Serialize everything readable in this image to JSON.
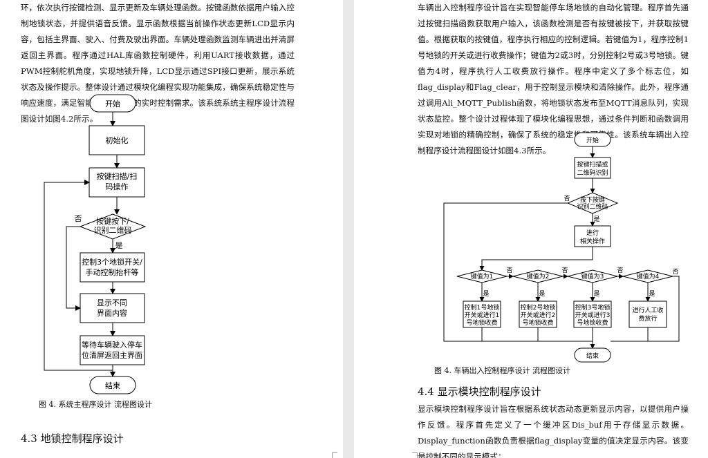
{
  "left_page": {
    "paragraph": "环，依次执行按键检测、显示更新及车辆处理函数。按键函数依据用户输入控制地锁状态，并提供语音反馈。显示函数根据当前操作状态更新LCD显示内容，包括主界面、驶入、付费及驶出界面。车辆处理函数监测车辆进出并清屏返回主界面。程序通过HAL库函数控制硬件，利用UART接收数据，通过PWM控制舵机角度，实现地锁升降，LCD显示通过SPI接口更新，展示系统状态及操作提示。整体设计通过模块化编程实现功能集成，确保系统稳定性与响应速度，满足智能停车场地锁的实时控制需求。该系统系统主程序设计流程图设计如图4.2所示。",
    "flowchart": {
      "start": "开始",
      "init": "初始化",
      "scan_line1": "按键扫描/扫",
      "scan_line2": "码操作",
      "decision_line1": "按键按下/",
      "decision_line2": "识别二维码",
      "no_label": "否",
      "yes_label": "是",
      "control_line1": "控制3个地锁开关/",
      "control_line2": "手动控制抬杆等",
      "display_line1": "显示不同",
      "display_line2": "界面内容",
      "wait_line1": "等待车辆驶入停车",
      "wait_line2": "位清屏返回主界面",
      "end": "结束"
    },
    "caption": "图 4. 系统主程序设计  流程图设计",
    "heading": "4.3  地锁控制程序设计"
  },
  "right_page": {
    "paragraph": "车辆出入控制程序设计旨在实现智能停车场地锁的自动化管理。程序首先通过按键扫描函数获取用户输入，该函数检测是否有按键被按下，并获取按键值。根据获取的按键值，程序执行相应的控制逻辑。若键值为1，程序控制1号地锁的开关或进行收费操作；键值为2或3时，分别控制2号或3号地锁。键值为4时，程序执行人工收费放行操作。程序中定义了多个标志位，如flag_display和Flag_clear，用于控制显示模块和清除操作。此外，程序通过调用Ali_MQTT_Publish函数，将地锁状态发布至MQTT消息队列，实现状态监控。整个设计过程体现了模块化编程思想，通过条件判断和函数调用实现对地锁的精确控制，确保了系统的稳定性和可靠性。该系统车辆出入控制程序设计流程图设计如图4.3所示。",
    "flowchart": {
      "start": "开始",
      "scan_line1": "按键扫描或",
      "scan_line2": "二维码识别",
      "decision_line1": "按下按键",
      "decision_line2": "识别二维码",
      "no_label": "否",
      "yes_label": "是",
      "proc_line1": "进行",
      "proc_line2": "相关操作",
      "key1": "键值为1",
      "key2": "键值为2",
      "key3": "键值为3",
      "key4": "键值为4",
      "act1": [
        "控制1号地锁",
        "开关或进行1",
        "号地锁收费"
      ],
      "act2": [
        "控制2号地锁",
        "开关或进行2",
        "号地锁收费"
      ],
      "act3": [
        "控制3号地锁",
        "开关或进行3",
        "号地锁收费"
      ],
      "act4": [
        "进行人工收",
        "费放行"
      ],
      "end": "结束"
    },
    "caption": "图 4. 车辆出入控制程序设计  流程图设计",
    "heading": "4.4  显示模块控制程序设计",
    "paragraph2": "显示模块控制程序设计旨在根据系统状态动态更新显示内容，以提供用户操作反馈。程序首先定义了一个缓冲区Dis_buf用于存储显示数据。Display_function函数负责根据flag_display变量的值决定显示内容。该变量控制不同的显示模式："
  }
}
